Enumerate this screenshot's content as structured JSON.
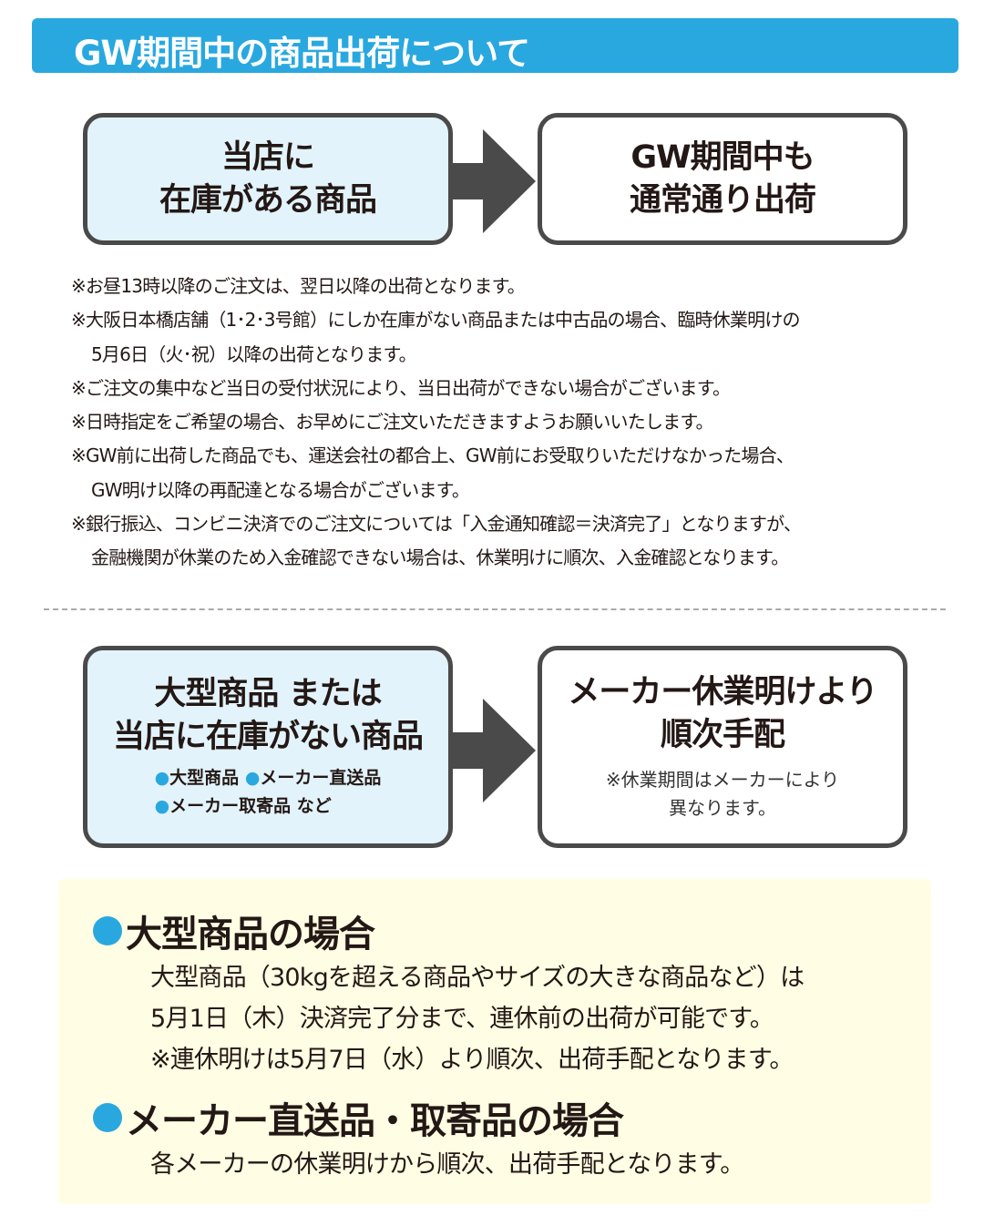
{
  "header": {
    "title": "GW期間中の商品出荷について"
  },
  "flow1": {
    "left": [
      "当店に",
      "在庫がある商品"
    ],
    "right": [
      "GW期間中も",
      "通常通り出荷"
    ]
  },
  "notes": [
    "※お昼13時以降のご注文は、翌日以降の出荷となります。",
    "※大阪日本橋店舗（1･2･3号館）にしか在庫がない商品または中古品の場合、臨時休業明けの",
    "5月6日（火･祝）以降の出荷となります。",
    "※ご注文の集中など当日の受付状況により、当日出荷ができない場合がございます。",
    "※日時指定をご希望の場合、お早めにご注文いただきますようお願いいたします。",
    "※GW前に出荷した商品でも、運送会社の都合上、GW前にお受取りいただけなかった場合、",
    "GW明け以降の再配達となる場合がございます。",
    "※銀行振込、コンビニ決済でのご注文については「入金通知確認＝決済完了」となりますが、",
    "金融機関が休業のため入金確認できない場合は、休業明けに順次、入金確認となります。"
  ],
  "flow2": {
    "left": [
      "大型商品 または",
      "当店に在庫がない商品"
    ],
    "items": [
      "●",
      "大型商品",
      "●",
      "メーカー直送品",
      "●",
      "メーカー取寄品 など"
    ],
    "right": [
      "メーカー休業明けより",
      "順次手配"
    ],
    "right_note": [
      "※休業期間はメーカーにより",
      "異なります。"
    ]
  },
  "sections": [
    {
      "title": "大型商品の場合",
      "lines": [
        "大型商品（30kgを超える商品やサイズの大きな商品など）は",
        "5月1日（木）決済完了分まで、連休前の出荷が可能です。",
        "※連休明けは5月7日（水）より順次、出荷手配となります。"
      ]
    },
    {
      "title": "メーカー直送品・取寄品の場合",
      "lines": [
        "各メーカーの休業明けから順次、出荷手配となります。"
      ]
    }
  ],
  "colors": {
    "accent": "#29a8e0",
    "box_fill": "#e3f3fb",
    "border": "#4a4a4a",
    "section_bg": "#fffde3"
  }
}
